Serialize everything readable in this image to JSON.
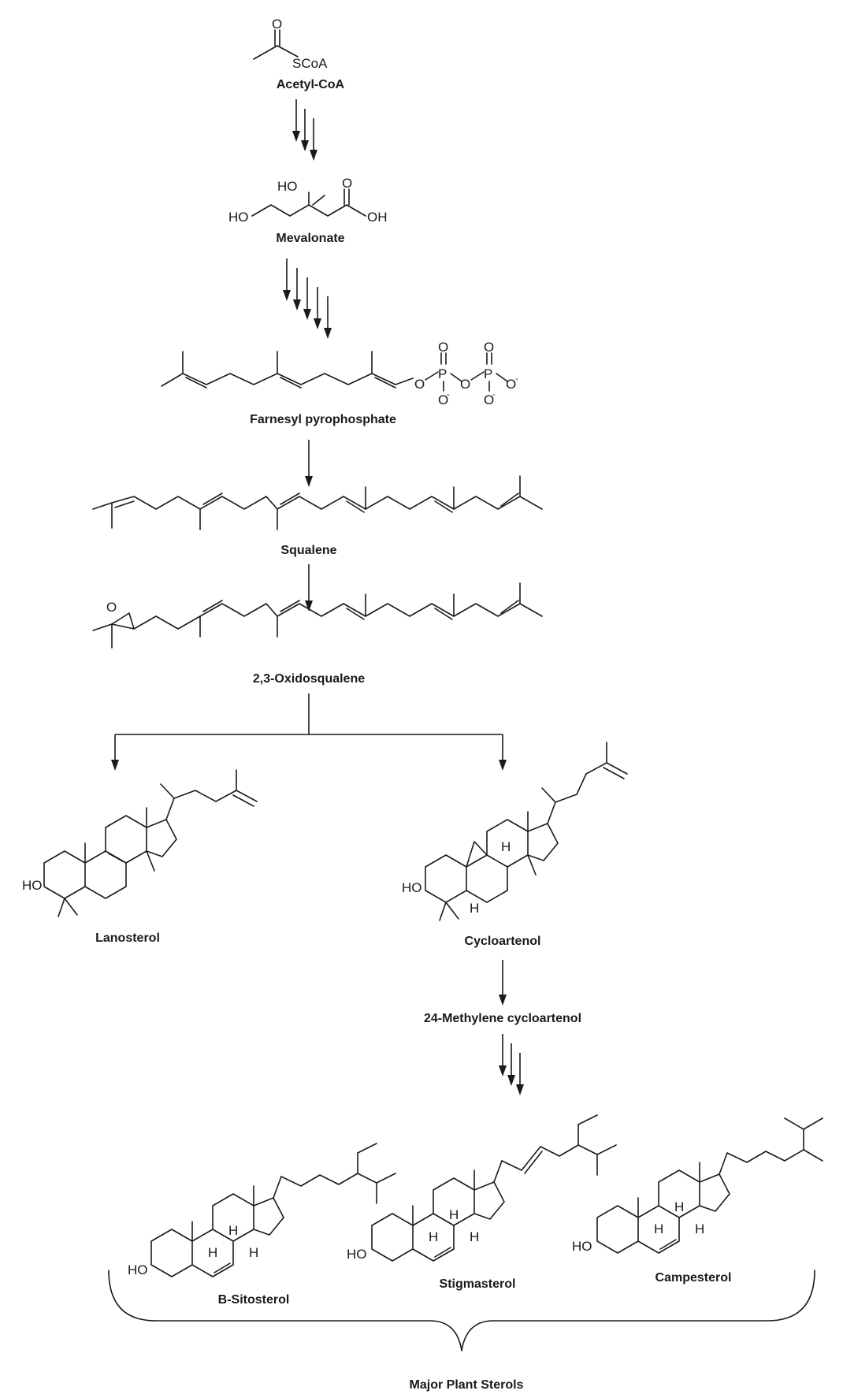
{
  "labels": {
    "acetyl_coa": "Acetyl-CoA",
    "mevalonate": "Mevalonate",
    "farnesyl_pp": "Farnesyl pyrophosphate",
    "squalene": "Squalene",
    "oxidosqualene": "2,3-Oxidosqualene",
    "lanosterol": "Lanosterol",
    "cycloartenol": "Cycloartenol",
    "methylene_cycloartenol": "24-Methylene cycloartenol",
    "sitosterol": "Β-Sitosterol",
    "stigmasterol": "Stigmasterol",
    "campesterol": "Campesterol",
    "group": "Major Plant Sterols"
  },
  "atoms": {
    "o": "O",
    "scoa": "SCoA",
    "ho": "HO",
    "oh": "OH",
    "p": "P",
    "h": "H",
    "minus": "-"
  },
  "icons": {
    "reaction_arrow": "arrow-down-icon",
    "brace": "brace-icon"
  }
}
